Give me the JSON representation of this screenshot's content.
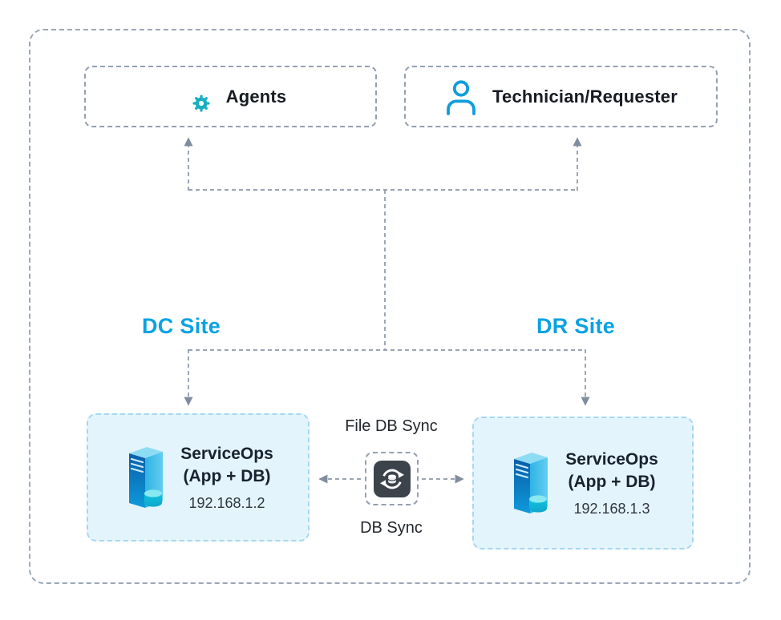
{
  "nodes": {
    "agents": {
      "label": "Agents",
      "icon": "server-list-gear-icon"
    },
    "technician": {
      "label": "Technician/Requester",
      "icon": "person-icon"
    }
  },
  "dc_site": {
    "label": "DC Site",
    "server_name": "ServiceOps",
    "server_sub": "(App + DB)",
    "ip": "192.168.1.2",
    "icon": "server-tower-icon"
  },
  "dr_site": {
    "label": "DR Site",
    "server_name": "ServiceOps",
    "server_sub": "(App + DB)",
    "ip": "192.168.1.3",
    "icon": "server-tower-icon"
  },
  "sync": {
    "top_label": "File DB Sync",
    "bottom_label": "DB Sync",
    "icon": "db-sync-icon"
  },
  "colors": {
    "accent_blue": "#0aa2e3",
    "connector_gray": "#8b98a9",
    "site_fill": "#e4f4fc",
    "site_border": "#a6d7ef",
    "node_border": "#93a0b1",
    "text_dark": "#171b22",
    "sync_icon_bg": "#3d434b",
    "icon_teal": "#14b0c2"
  }
}
